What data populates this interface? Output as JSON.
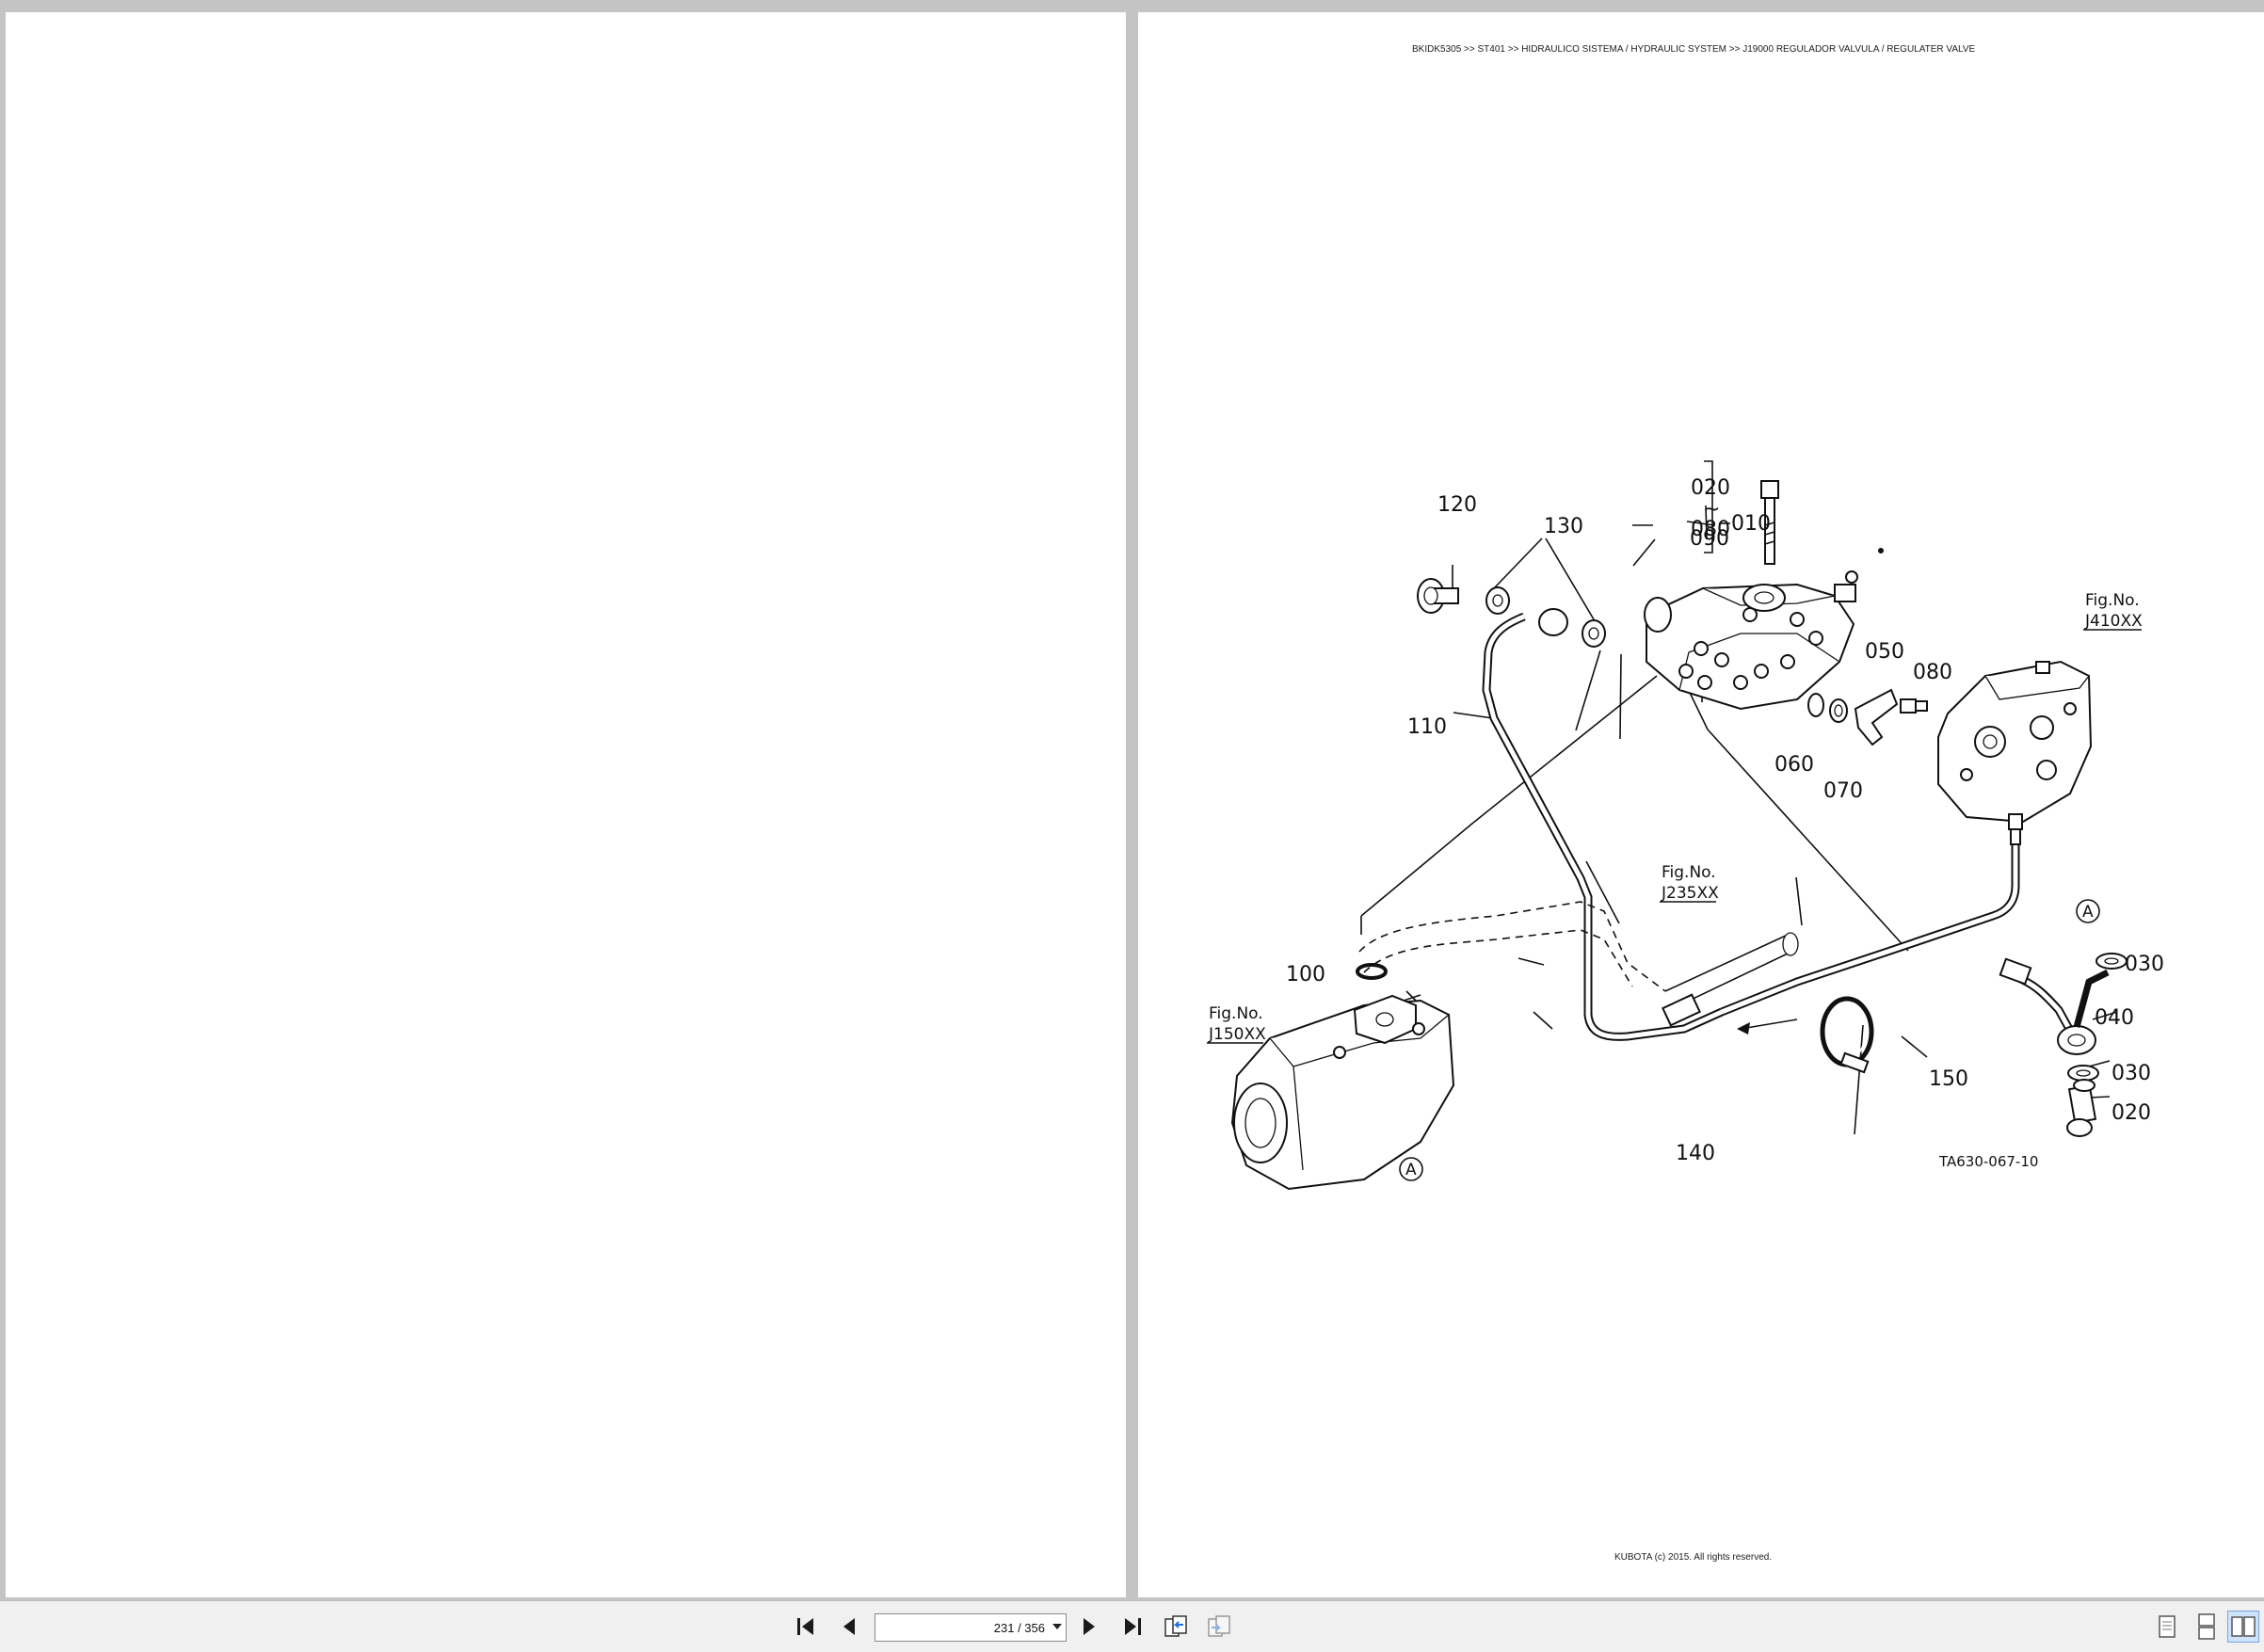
{
  "document": {
    "breadcrumb": "BKIDK5305 >> ST401 >> HIDRAULICO SISTEMA / HYDRAULIC SYSTEM >> J19000   REGULADOR VALVULA / REGULATER VALVE",
    "footer": "KUBOTA (c) 2015. All rights reserved.",
    "figure_code": "TA630-067-10"
  },
  "diagram": {
    "callouts": {
      "c120": "120",
      "c130": "130",
      "c090": "090",
      "c020top": "020",
      "tilde": "~",
      "c080top": "080",
      "c010": "010",
      "c110": "110",
      "c050": "050",
      "c080": "080",
      "c060": "060",
      "c070": "070",
      "c100": "100",
      "c030a": "030",
      "c040": "040",
      "c030b": "030",
      "c020": "020",
      "c150": "150",
      "c140": "140"
    },
    "fig_refs": {
      "j410_label": "Fig.No.",
      "j410_code": "J410XX",
      "j235_label": "Fig.No.",
      "j235_code": "J235XX",
      "j150_label": "Fig.No.",
      "j150_code": "J150XX"
    },
    "markers": {
      "a1": "A",
      "a2": "A"
    }
  },
  "toolbar": {
    "page_value": "231 / 356",
    "icons": [
      "first-page-icon",
      "previous-page-icon",
      "next-page-icon",
      "last-page-icon",
      "go-back-icon",
      "go-forward-icon",
      "single-page-view-icon",
      "continuous-view-icon",
      "two-page-view-icon"
    ]
  },
  "colors": {
    "window_bg": "#c4c4c4",
    "page_bg": "#ffffff",
    "toolbar_bg": "#f0f0f0",
    "accent": "#1e6fd9"
  }
}
